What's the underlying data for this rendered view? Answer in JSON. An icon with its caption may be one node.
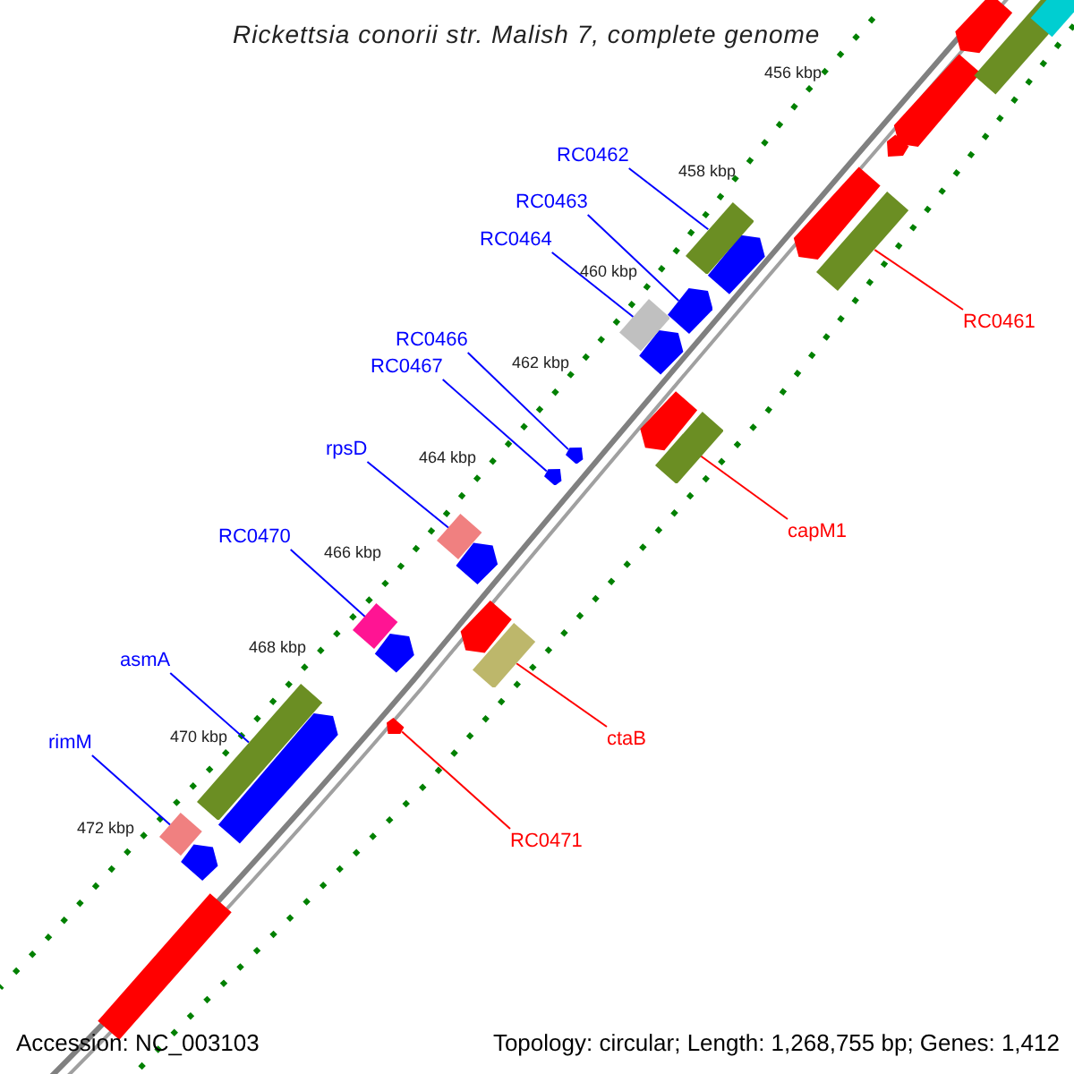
{
  "diagram": {
    "title": "Rickettsia conorii str. Malish 7, complete genome",
    "nodes": [
      {
        "text": [
          "RC0462"
        ]
      },
      {
        "text": [
          "RC0463"
        ]
      },
      {
        "text": [
          "RC0464"
        ]
      },
      {
        "text": [
          "RC0461"
        ]
      },
      {
        "text": [
          "RC0466"
        ]
      },
      {
        "text": [
          "RC0467"
        ]
      },
      {
        "text": [
          "rpsD"
        ]
      },
      {
        "text": [
          "capM1"
        ]
      },
      {
        "text": [
          "RC0470"
        ]
      },
      {
        "text": [
          "asmA"
        ]
      },
      {
        "text": [
          "ctaB"
        ]
      },
      {
        "text": [
          "rimM"
        ]
      },
      {
        "text": [
          "RC0471"
        ]
      },
      {
        "text": [],
        "shape": "bar"
      },
      {
        "text": [],
        "shape": "bar"
      },
      {
        "text": [],
        "shape": "bar"
      },
      {
        "text": [],
        "shape": "bar"
      },
      {
        "text": [],
        "shape": "bar"
      },
      {
        "text": [],
        "shape": "bar"
      },
      {
        "text": [],
        "shape": "bar"
      },
      {
        "text": [],
        "shape": "bar"
      },
      {
        "text": [],
        "shape": "bar"
      },
      {
        "text": [],
        "shape": "bar"
      },
      {
        "text": [],
        "shape": "bar"
      },
      {
        "text": [],
        "shape": "bar"
      },
      {
        "text": [],
        "shape": "bar"
      }
    ],
    "edges": [
      {
        "from": 0,
        "to": 13,
        "arrow": "none"
      },
      {
        "from": 1,
        "to": 15,
        "arrow": "none"
      },
      {
        "from": 2,
        "to": 16,
        "arrow": "none"
      },
      {
        "from": 3,
        "to": 14,
        "arrow": "none",
        "color": "#ff0000"
      },
      {
        "from": 4,
        "to": 18,
        "arrow": "none"
      },
      {
        "from": 5,
        "to": 19,
        "arrow": "none"
      },
      {
        "from": 6,
        "to": 20,
        "arrow": "none"
      },
      {
        "from": 7,
        "to": 17,
        "arrow": "none",
        "color": "#ff0000"
      },
      {
        "from": 8,
        "to": 21,
        "arrow": "none"
      },
      {
        "from": 9,
        "to": 24,
        "arrow": "none"
      },
      {
        "from": 10,
        "to": 22,
        "arrow": "none",
        "color": "#ff0000"
      },
      {
        "from": 11,
        "to": 25,
        "arrow": "none"
      },
      {
        "from": 12,
        "to": 23,
        "arrow": "none",
        "color": "#ff0000"
      }
    ],
    "labels": [
      "456 kbp",
      "458 kbp",
      "460 kbp",
      "462 kbp",
      "464 kbp",
      "466 kbp",
      "468 kbp",
      "470 kbp",
      "472 kbp",
      "Accession: NC_003103",
      "Topology: circular; Length: 1,268,755 bp; Genes: 1,412"
    ]
  }
}
